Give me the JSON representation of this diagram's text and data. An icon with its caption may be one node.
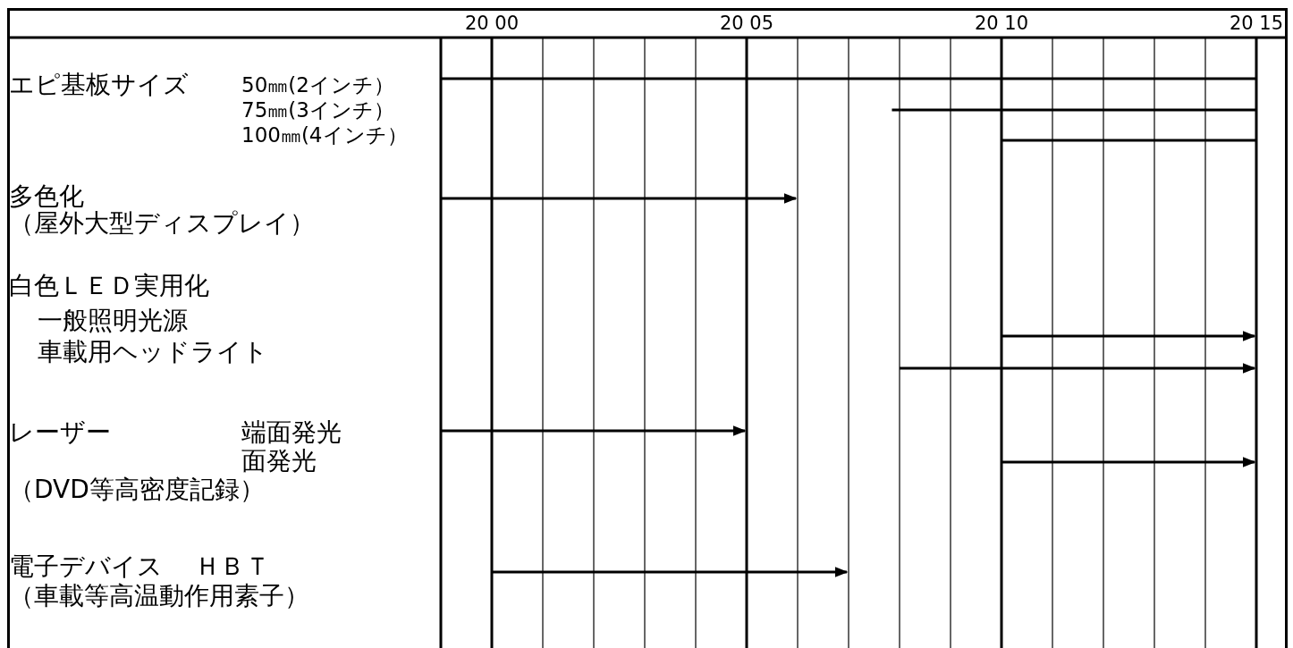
{
  "diagram": {
    "nodes": [
      {
        "text": [
          "エピ基板サイズ"
        ]
      },
      {
        "text": [
          "50㎜(2インチ）"
        ]
      },
      {
        "text": [
          "75㎜(3インチ）"
        ]
      },
      {
        "text": [
          "100㎜(4インチ）"
        ]
      },
      {
        "text": [
          "多色化",
          "（屋外大型ディスプレイ）"
        ]
      },
      {
        "text": [
          "白色ＬＥＤ実用化"
        ]
      },
      {
        "text": [
          "一般照明光源"
        ]
      },
      {
        "text": [
          "車載用ヘッドライト"
        ]
      },
      {
        "text": [
          "レーザー"
        ]
      },
      {
        "text": [
          "端面発光"
        ]
      },
      {
        "text": [
          "面発光"
        ]
      },
      {
        "text": [
          "（DVD等高密度記録）"
        ]
      },
      {
        "text": [
          "電子デバイス"
        ]
      },
      {
        "text": [
          "ＨＢＴ"
        ]
      },
      {
        "text": [
          "（車載等高温動作用素子）"
        ]
      }
    ],
    "labels": [
      "20 00",
      "20 05",
      "20 10",
      "20 15"
    ]
  }
}
